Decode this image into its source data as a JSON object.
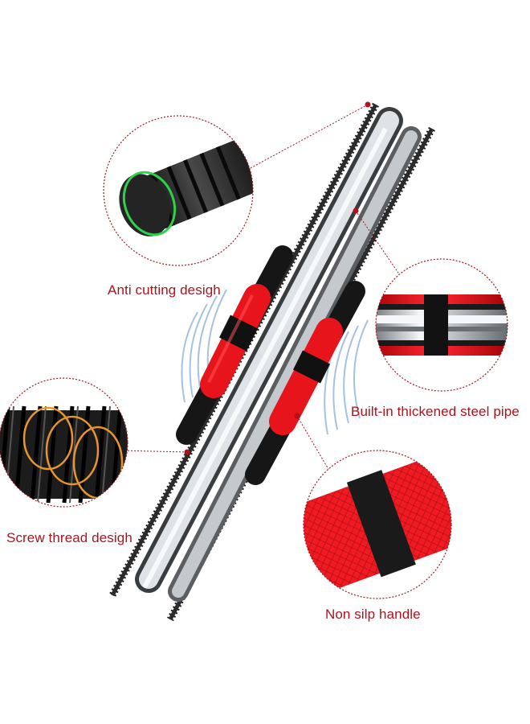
{
  "callouts": {
    "anti_cutting": "Anti cutting desigh",
    "steel_pipe": "Built-in thickened steel pipe",
    "screw_thread": "Screw thread desigh",
    "handle": "Non silp handle"
  },
  "colors": {
    "label_text": "#b0121b",
    "leader_line": "#9b1b22",
    "grip_red": "#e8141b",
    "bar_black": "#1c1c1c",
    "steel": "#c8ccd0",
    "accent_green": "#2fd14a",
    "motion_blue": "#8fb3d6"
  }
}
